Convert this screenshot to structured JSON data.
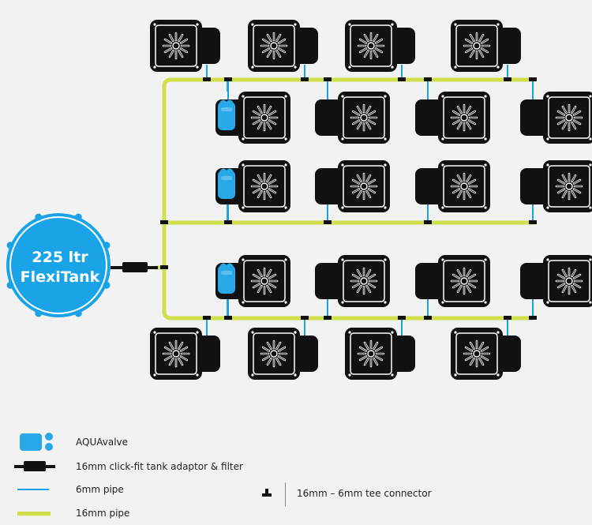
{
  "tank": {
    "line1": "225 ltr",
    "line2": "FlexiTank"
  },
  "legend": {
    "aquavalve": "AQUAvalve",
    "tank_adaptor": "16mm click-fit tank adaptor & filter",
    "pipe_6mm": "6mm pipe",
    "pipe_16mm": "16mm pipe",
    "tee_connector": "16mm – 6mm tee connector"
  },
  "colors": {
    "background": "#f2f2f2",
    "pot": "#111111",
    "tank": "#1aa3e6",
    "pipe_16mm": "#cfe04a",
    "pipe_6mm": "#1aa3e6",
    "valve": "#29a8e8"
  },
  "system": {
    "pot_rows": 5,
    "pots_per_row": 4,
    "pot_count": 20,
    "aquavalve_count": 3
  }
}
